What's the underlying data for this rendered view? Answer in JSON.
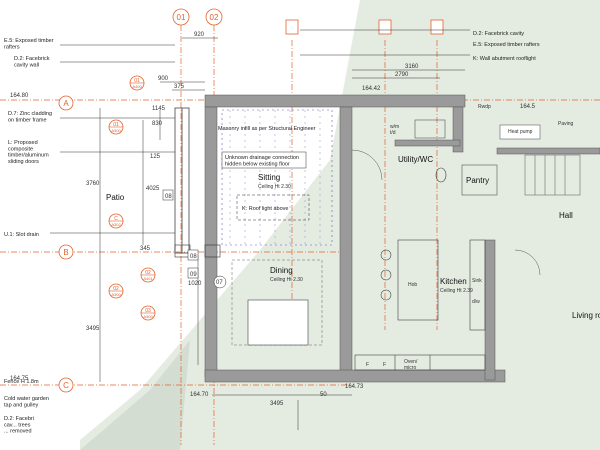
{
  "colors": {
    "accent_orange": "#e2632d",
    "wall_grey": "#8a8a8a",
    "tint_green": "#dfe7dc",
    "ink": "#222222"
  },
  "grids": {
    "col1": "01",
    "col2": "02",
    "rowA": "A",
    "rowB": "B",
    "rowC": "C"
  },
  "left_notes": [
    "E.5: Exposed timber\nrafters",
    "D.2: Facebrick\ncavity wall",
    "D.7: Zinc cladding\non timber frame",
    "L: Proposed\ncomposite\ntimber/aluminum\nsliding doors",
    "U.1: Slot drain",
    "Fence H 1.8m",
    "Cold water garden\ntap and gulley",
    "D.2: Facebri\ncav... trees\n... removed"
  ],
  "top_notes": [
    "D.2: Facebrick cavity",
    "K: Wall abutment rooflight",
    "E.5: Exposed timber rafters"
  ],
  "room_labels": {
    "patio": "Patio",
    "sitting": "Sitting",
    "sitting_ceiling": "Ceiling Ht 2.30",
    "dining": "Dining",
    "dining_ceiling": "Ceiling Ht 2.30",
    "kitchen": "Kitchen",
    "kitchen_ceiling": "Ceiling Ht 2.39",
    "utility": "Utility/WC",
    "pantry": "Pantry",
    "hall": "Hall",
    "living": "Living roo",
    "hob": "Hob",
    "sink": "Sink",
    "dw": "d/w",
    "oven": "Oven/\nmicro",
    "fridge": "F",
    "wm": "w/m\nt/d",
    "heat_pump": "Heat pump",
    "paving": "Paving",
    "rwdp": "Rwdp"
  },
  "annotations": {
    "masonry": "Masonry infill as per Structural Engineer",
    "drainage": "Unknown drainage connection\nhidden below existing floor",
    "rooflight": "K: Roof light above"
  },
  "dimensions": {
    "d920": "920",
    "d900": "900",
    "d375": "375",
    "d830": "830",
    "d1145": "1145",
    "d3160_top": "3160",
    "d2790": "2790",
    "d125": "125",
    "d4025": "4025",
    "d3760": "3760",
    "d3495_left": "3495",
    "d3495_bot": "3495",
    "d1020": "1020",
    "d345": "345",
    "d50": "50",
    "lvl16480": "164.80",
    "lvl16442": "164.42",
    "lvl16475": "164.75",
    "lvl16470": "164.70",
    "lvl16473": "164.73",
    "lvl1645": "164.5"
  },
  "section_tags": [
    {
      "num": "01",
      "ref": "A300"
    },
    {
      "num": "02",
      "ref": "A401"
    },
    {
      "num": "03",
      "ref": "A300"
    },
    {
      "num": "02",
      "ref": "A300"
    },
    {
      "num": "01",
      "ref": "A400"
    },
    {
      "num": "C",
      "ref": "A302"
    }
  ],
  "window_marks": [
    "08",
    "09",
    "07",
    "08"
  ]
}
